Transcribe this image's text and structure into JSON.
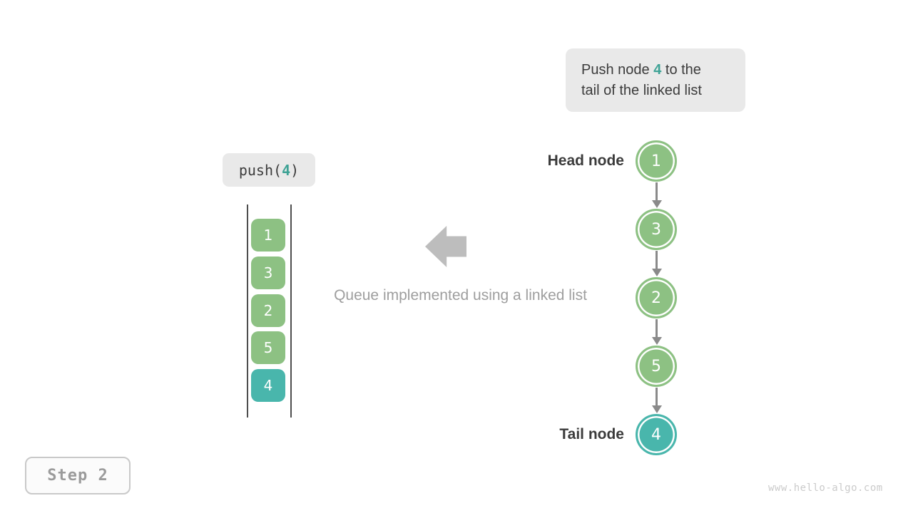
{
  "callout": {
    "pre": "Push node",
    "value": "4",
    "post": "to the",
    "line2": "tail of the linked list"
  },
  "push_call": {
    "fn": "push(",
    "arg": "4",
    "close": ")"
  },
  "stack": {
    "items": [
      {
        "value": "1",
        "type": "green"
      },
      {
        "value": "3",
        "type": "green"
      },
      {
        "value": "2",
        "type": "green"
      },
      {
        "value": "5",
        "type": "green"
      },
      {
        "value": "4",
        "type": "teal"
      }
    ]
  },
  "center": {
    "caption": "Queue implemented using a linked list",
    "arrow_icon": "left-block-arrow"
  },
  "linked_list": {
    "head_label": "Head node",
    "tail_label": "Tail node",
    "nodes": [
      {
        "value": "1",
        "type": "green"
      },
      {
        "value": "3",
        "type": "green"
      },
      {
        "value": "2",
        "type": "green"
      },
      {
        "value": "5",
        "type": "green"
      },
      {
        "value": "4",
        "type": "teal"
      }
    ]
  },
  "step": {
    "label": "Step 2"
  },
  "watermark": "www.hello-algo.com",
  "colors": {
    "node_green": "#8dc183",
    "node_teal": "#49b6ac",
    "accent_teal_text": "#3ea295",
    "text_dark": "#3b3b3b",
    "text_gray": "#9e9e9e",
    "arrow_gray": "#8a8a8a",
    "block_arrow_gray": "#bdbdbd",
    "box_bg": "#e9e9e9"
  }
}
